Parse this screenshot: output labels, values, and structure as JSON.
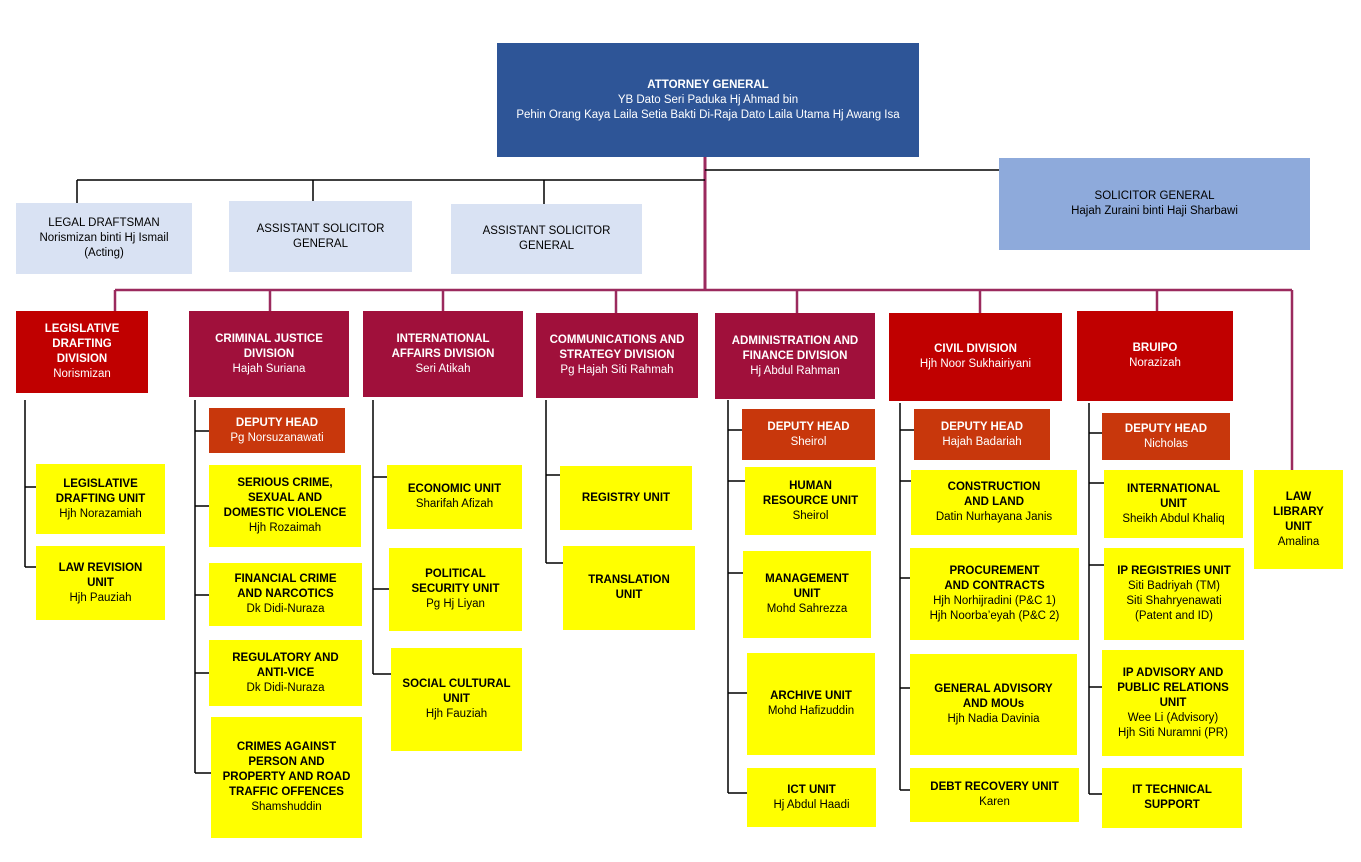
{
  "colors": {
    "attorney_general": "#2e5597",
    "solicitor_general": "#8eaadb",
    "light_box": "#d9e2f3",
    "division_red": "#c00000",
    "division_maroon": "#a0103b",
    "deputy_head": "#c8370c",
    "unit_yellow": "#ffff00",
    "connector_maroon": "#9b2a5e"
  },
  "top": {
    "attorney_general": {
      "title": "ATTORNEY GENERAL",
      "name": "YB Dato Seri Paduka Hj Ahmad bin\nPehin Orang Kaya Laila Setia Bakti Di-Raja Dato Laila Utama Hj Awang Isa"
    },
    "solicitor_general": {
      "title": "SOLICITOR GENERAL",
      "name": "Hajah Zuraini binti Haji Sharbawi"
    },
    "legal_draftsman": {
      "title": "LEGAL DRAFTSMAN",
      "name": "Norismizan binti Hj Ismail\n(Acting)"
    },
    "asg1": {
      "title": "ASSISTANT SOLICITOR\nGENERAL"
    },
    "asg2": {
      "title": "ASSISTANT SOLICITOR\nGENERAL"
    }
  },
  "divisions": {
    "legislative": {
      "title": "LEGISLATIVE DRAFTING\nDIVISION",
      "name": "Norismizan",
      "units": [
        {
          "title": "LEGISLATIVE\nDRAFTING UNIT",
          "name": "Hjh Norazamiah"
        },
        {
          "title": "LAW REVISION\nUNIT",
          "name": "Hjh Pauziah"
        }
      ]
    },
    "criminal": {
      "title": "CRIMINAL JUSTICE\nDIVISION",
      "name": "Hajah Suriana",
      "deputy": {
        "title": "DEPUTY HEAD",
        "name": "Pg Norsuzanawati"
      },
      "units": [
        {
          "title": "SERIOUS CRIME,\nSEXUAL AND\nDOMESTIC VIOLENCE",
          "name": "Hjh Rozaimah"
        },
        {
          "title": "FINANCIAL CRIME\nAND  NARCOTICS",
          "name": "Dk Didi-Nuraza"
        },
        {
          "title": "REGULATORY AND\nANTI-VICE",
          "name": "Dk Didi-Nuraza"
        },
        {
          "title": "CRIMES AGAINST\nPERSON AND\nPROPERTY AND ROAD\nTRAFFIC OFFENCES",
          "name": "Shamshuddin"
        }
      ]
    },
    "international": {
      "title": "INTERNATIONAL\nAFFAIRS DIVISION",
      "name": "Seri Atikah",
      "units": [
        {
          "title": "ECONOMIC UNIT",
          "name": "Sharifah Afizah"
        },
        {
          "title": "POLITICAL\nSECURITY UNIT",
          "name": "Pg Hj Liyan"
        },
        {
          "title": "SOCIAL CULTURAL\nUNIT",
          "name": "Hjh Fauziah"
        }
      ]
    },
    "communications": {
      "title": "COMMUNICATIONS AND\nSTRATEGY DIVISION",
      "name": "Pg Hajah Siti Rahmah",
      "units": [
        {
          "title": "REGISTRY UNIT",
          "name": ""
        },
        {
          "title": "TRANSLATION\nUNIT",
          "name": ""
        }
      ]
    },
    "administration": {
      "title": "ADMINISTRATION AND\nFINANCE  DIVISION",
      "name": "Hj Abdul Rahman",
      "deputy": {
        "title": "DEPUTY HEAD",
        "name": "Sheirol"
      },
      "units": [
        {
          "title": "HUMAN\nRESOURCE UNIT",
          "name": "Sheirol"
        },
        {
          "title": "MANAGEMENT\nUNIT",
          "name": "Mohd Sahrezza"
        },
        {
          "title": "ARCHIVE UNIT",
          "name": "Mohd Hafizuddin"
        },
        {
          "title": "ICT UNIT",
          "name": "Hj Abdul Haadi"
        }
      ]
    },
    "civil": {
      "title": "CIVIL DIVISION",
      "name": "Hjh Noor Sukhairiyani",
      "deputy": {
        "title": "DEPUTY HEAD",
        "name": "Hajah Badariah"
      },
      "units": [
        {
          "title": "CONSTRUCTION\nAND  LAND",
          "name": "Datin Nurhayana Janis"
        },
        {
          "title": "PROCUREMENT\nAND  CONTRACTS",
          "name": "Hjh Norhijradini (P&C 1)\nHjh Noorba’eyah (P&C 2)"
        },
        {
          "title": "GENERAL ADVISORY\nAND  MOUs",
          "name": "Hjh Nadia Davinia"
        },
        {
          "title": "DEBT RECOVERY UNIT",
          "name": "Karen"
        }
      ]
    },
    "bruipo": {
      "title": "BRUIPO",
      "name": "Norazizah",
      "deputy": {
        "title": "DEPUTY HEAD",
        "name": "Nicholas"
      },
      "units": [
        {
          "title": "INTERNATIONAL\nUNIT",
          "name": "Sheikh Abdul Khaliq"
        },
        {
          "title": "IP REGISTRIES UNIT",
          "name": "Siti Badriyah (TM)\nSiti Shahryenawati\n(Patent and ID)"
        },
        {
          "title": "IP ADVISORY AND\nPUBLIC RELATIONS\nUNIT",
          "name": "Wee Li (Advisory)\nHjh Siti Nuramni (PR)"
        },
        {
          "title": "IT TECHNICAL\nSUPPORT",
          "name": ""
        }
      ]
    },
    "law_library": {
      "title": "LAW\nLIBRARY\nUNIT",
      "name": "Amalina"
    }
  }
}
